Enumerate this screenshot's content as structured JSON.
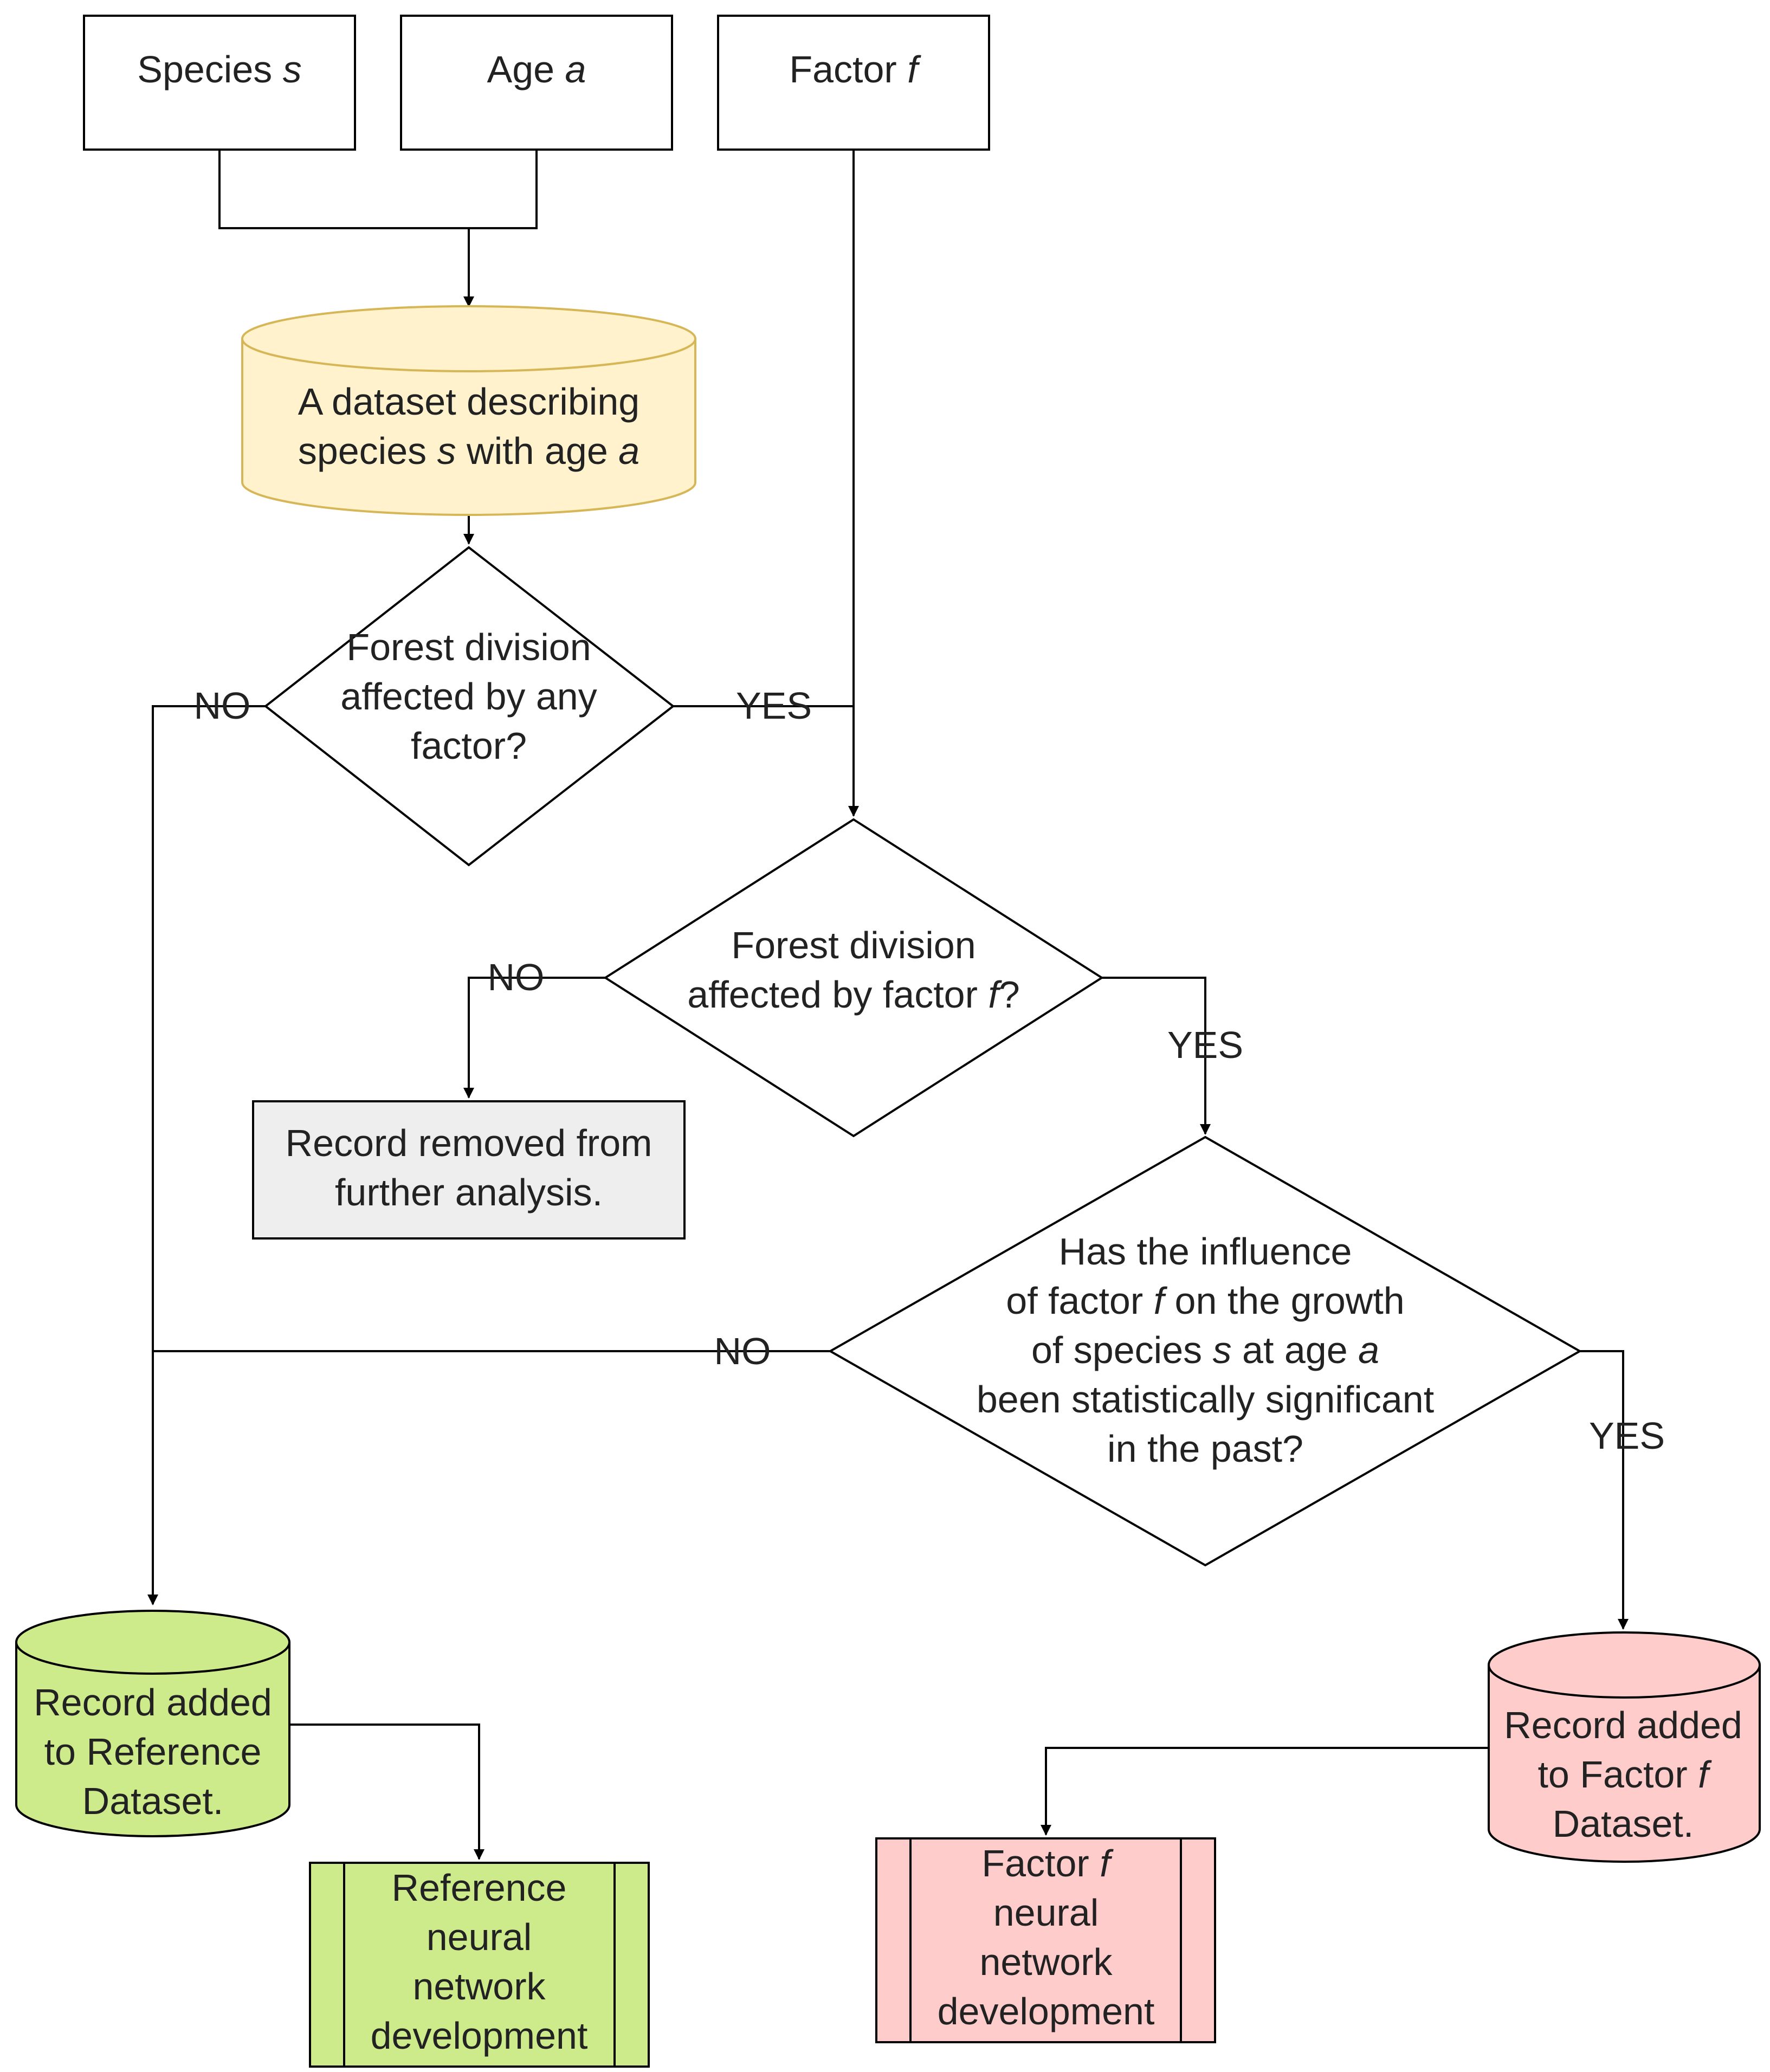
{
  "nodes": {
    "species": {
      "lines": [
        [
          {
            "t": "Species "
          },
          {
            "t": "s",
            "i": true
          }
        ]
      ]
    },
    "age": {
      "lines": [
        [
          {
            "t": "Age "
          },
          {
            "t": "a",
            "i": true
          }
        ]
      ]
    },
    "factor": {
      "lines": [
        [
          {
            "t": "Factor "
          },
          {
            "t": "f",
            "i": true
          }
        ]
      ]
    },
    "dataset": {
      "lines": [
        [
          {
            "t": "A dataset describing"
          }
        ],
        [
          {
            "t": "species "
          },
          {
            "t": "s",
            "i": true
          },
          {
            "t": " with age "
          },
          {
            "t": "a",
            "i": true
          }
        ]
      ]
    },
    "decision1": {
      "lines": [
        [
          {
            "t": "Forest division"
          }
        ],
        [
          {
            "t": "affected by any"
          }
        ],
        [
          {
            "t": "factor?"
          }
        ]
      ]
    },
    "decision2": {
      "lines": [
        [
          {
            "t": "Forest division"
          }
        ],
        [
          {
            "t": "affected by factor "
          },
          {
            "t": "f",
            "i": true
          },
          {
            "t": "?"
          }
        ]
      ]
    },
    "removed": {
      "lines": [
        [
          {
            "t": "Record removed from"
          }
        ],
        [
          {
            "t": "further analysis."
          }
        ]
      ]
    },
    "decision3": {
      "lines": [
        [
          {
            "t": "Has the influence"
          }
        ],
        [
          {
            "t": "of factor "
          },
          {
            "t": "f",
            "i": true
          },
          {
            "t": " on the growth"
          }
        ],
        [
          {
            "t": "of species "
          },
          {
            "t": "s",
            "i": true
          },
          {
            "t": " at age "
          },
          {
            "t": "a",
            "i": true
          }
        ],
        [
          {
            "t": "been statistically significant"
          }
        ],
        [
          {
            "t": "in the past?"
          }
        ]
      ]
    },
    "ref_dataset": {
      "lines": [
        [
          {
            "t": "Record added"
          }
        ],
        [
          {
            "t": "to Reference"
          }
        ],
        [
          {
            "t": "Dataset."
          }
        ]
      ]
    },
    "factor_dataset": {
      "lines": [
        [
          {
            "t": "Record added"
          }
        ],
        [
          {
            "t": "to Factor "
          },
          {
            "t": "f",
            "i": true
          }
        ],
        [
          {
            "t": "Dataset."
          }
        ]
      ]
    },
    "ref_nn": {
      "lines": [
        [
          {
            "t": "Reference"
          }
        ],
        [
          {
            "t": "neural"
          }
        ],
        [
          {
            "t": "network"
          }
        ],
        [
          {
            "t": "development"
          }
        ]
      ]
    },
    "factor_nn": {
      "lines": [
        [
          {
            "t": "Factor "
          },
          {
            "t": "f",
            "i": true
          }
        ],
        [
          {
            "t": "neural"
          }
        ],
        [
          {
            "t": "network"
          }
        ],
        [
          {
            "t": "development"
          }
        ]
      ]
    }
  },
  "edge_labels": {
    "d1_no": "NO",
    "d1_yes": "YES",
    "d2_no": "NO",
    "d2_yes": "YES",
    "d3_no": "NO",
    "d3_yes": "YES"
  },
  "colors": {
    "stroke": "#000000",
    "text": "#222222",
    "dataset_fill": "#fff2cc",
    "dataset_stroke": "#d6b656",
    "removed_fill": "#eeeeee",
    "reference_fill": "#cdeb8b",
    "factor_fill": "#ffcccc",
    "background": "#ffffff"
  }
}
